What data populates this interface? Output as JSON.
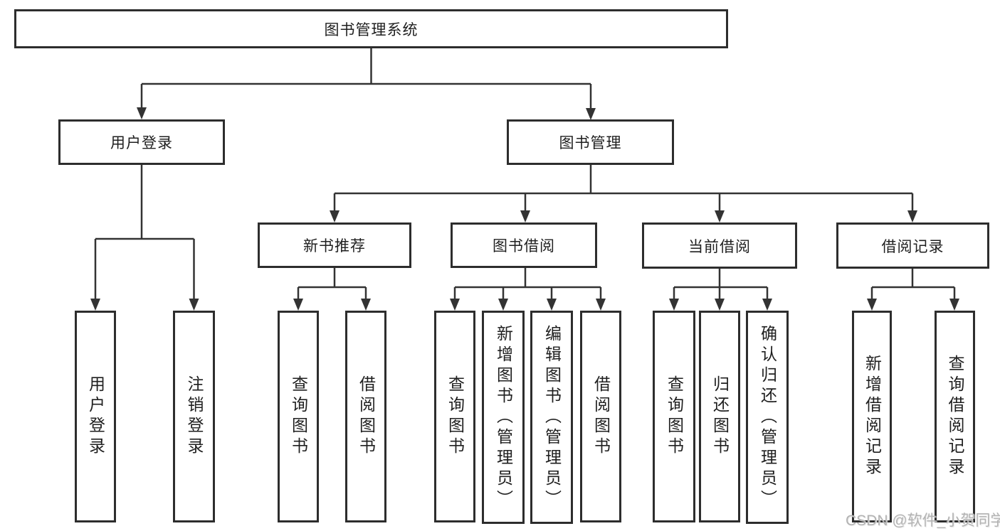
{
  "diagram": {
    "type": "hierarchy-tree",
    "colors": {
      "background": "#ffffff",
      "line": "#333333",
      "box_border": "#2d2d2d",
      "box_fill": "#ffffff",
      "text": "#1f1f1f",
      "watermark": "#b3b3b3"
    },
    "tree": {
      "label": "图书管理系统",
      "children": [
        {
          "label": "用户登录",
          "children": [
            {
              "label": "用户登录"
            },
            {
              "label": "注销登录"
            }
          ]
        },
        {
          "label": "图书管理",
          "children": [
            {
              "label": "新书推荐",
              "children": [
                {
                  "label": "查询图书"
                },
                {
                  "label": "借阅图书"
                }
              ]
            },
            {
              "label": "图书借阅",
              "children": [
                {
                  "label": "查询图书"
                },
                {
                  "label": "新增图书（管理员）"
                },
                {
                  "label": "编辑图书（管理员）"
                },
                {
                  "label": "借阅图书"
                }
              ]
            },
            {
              "label": "当前借阅",
              "children": [
                {
                  "label": "查询图书"
                },
                {
                  "label": "归还图书"
                },
                {
                  "label": "确认归还（管理员）"
                }
              ]
            },
            {
              "label": "借阅记录",
              "children": [
                {
                  "label": "新增借阅记录"
                },
                {
                  "label": "查询借阅记录"
                }
              ]
            }
          ]
        }
      ]
    }
  },
  "watermark": {
    "text": "CSDN @软件_小贺同学"
  }
}
